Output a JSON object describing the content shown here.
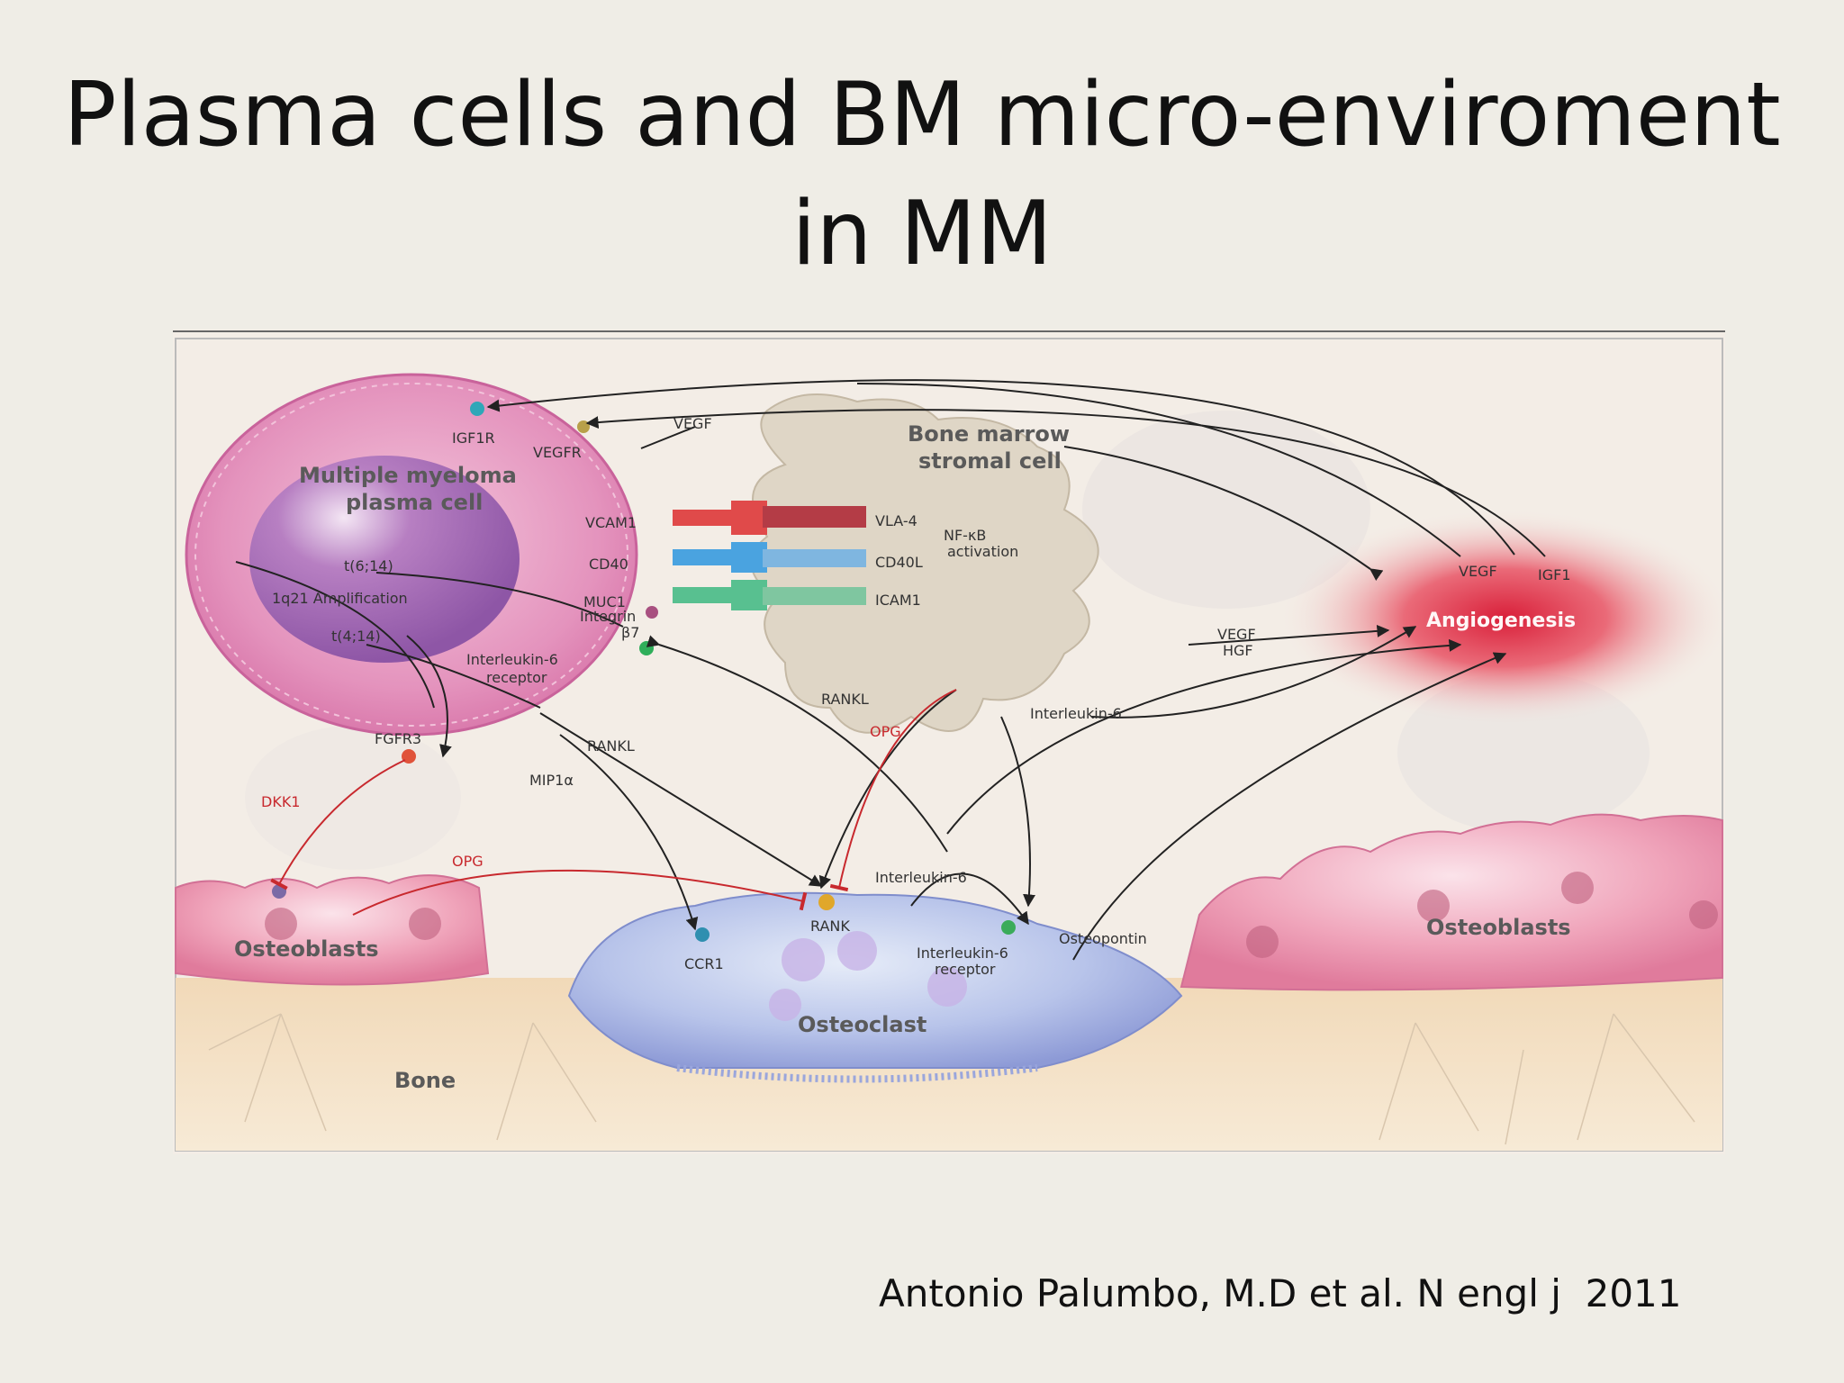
{
  "title": {
    "line1": "Plasma cells and BM micro-enviroment",
    "line2": "in MM"
  },
  "citation": "Antonio Palumbo, M.D et al. N engl j  2011",
  "diagram": {
    "myeloma_cell": [
      "Multiple myeloma",
      "plasma cell"
    ],
    "stromal_cell": [
      "Bone marrow",
      "stromal cell"
    ],
    "nfkb": [
      "NF-κB",
      "activation"
    ],
    "angiogenesis": "Angiogenesis",
    "osteoclast": "Osteoclast",
    "osteoblasts_left": "Osteoblasts",
    "osteoblasts_right": "Osteoblasts",
    "bone": "Bone",
    "labels": {
      "igf1r": "IGF1R",
      "vegfr": "VEGFR",
      "vegf_top": "VEGF",
      "vcam1": "VCAM1",
      "cd40": "CD40",
      "muc1": "MUC1",
      "vla4": "VLA-4",
      "cd40l": "CD40L",
      "icam1": "ICAM1",
      "t614": "t(6;14)",
      "q21": "1q21 Amplification",
      "t414": "t(4;14)",
      "integrin": [
        "Integrin",
        "β7"
      ],
      "il6r_top": [
        "Interleukin-6",
        "receptor"
      ],
      "fgfr3": "FGFR3",
      "dkk1": "DKK1",
      "mip1a": "MIP1α",
      "rankl_left": "RANKL",
      "rankl_stromal": "RANKL",
      "opg_stromal": "OPG",
      "opg_bottom": "OPG",
      "il6_stromal": "Interleukin-6",
      "il6_center": "Interleukin-6",
      "vegf_hgf": [
        "VEGF",
        "HGF"
      ],
      "vegf_ang": "VEGF",
      "igf1_ang": "IGF1",
      "rank": "RANK",
      "ccr1": "CCR1",
      "il6r_bottom": [
        "Interleukin-6",
        "receptor"
      ],
      "osteopontin": "Osteopontin"
    }
  }
}
